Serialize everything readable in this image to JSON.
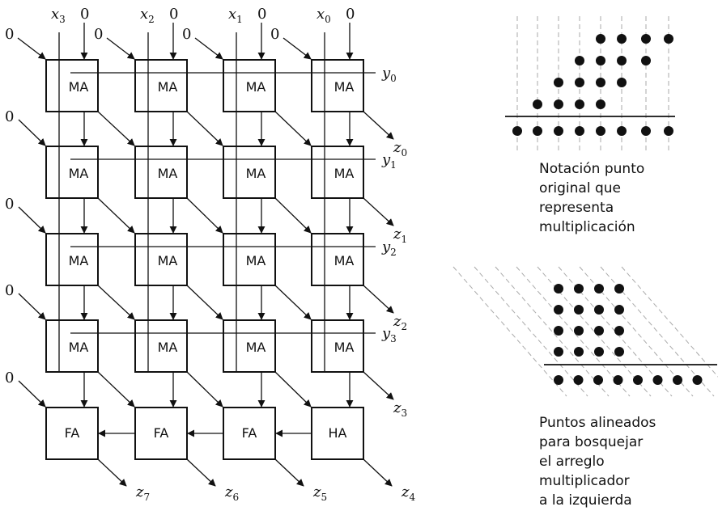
{
  "array": {
    "rows": [
      [
        "MA",
        "MA",
        "MA",
        "MA"
      ],
      [
        "MA",
        "MA",
        "MA",
        "MA"
      ],
      [
        "MA",
        "MA",
        "MA",
        "MA"
      ],
      [
        "MA",
        "MA",
        "MA",
        "MA"
      ],
      [
        "FA",
        "FA",
        "FA",
        "HA"
      ]
    ],
    "x_inputs": [
      {
        "var": "x",
        "sub": "3"
      },
      {
        "var": "x",
        "sub": "2"
      },
      {
        "var": "x",
        "sub": "1"
      },
      {
        "var": "x",
        "sub": "0"
      }
    ],
    "y_inputs": [
      {
        "var": "y",
        "sub": "0"
      },
      {
        "var": "y",
        "sub": "1"
      },
      {
        "var": "y",
        "sub": "2"
      },
      {
        "var": "y",
        "sub": "3"
      }
    ],
    "z_outputs_right": [
      {
        "var": "z",
        "sub": "0"
      },
      {
        "var": "z",
        "sub": "1"
      },
      {
        "var": "z",
        "sub": "2"
      },
      {
        "var": "z",
        "sub": "3"
      }
    ],
    "z_outputs_bottom": [
      {
        "var": "z",
        "sub": "7"
      },
      {
        "var": "z",
        "sub": "6"
      },
      {
        "var": "z",
        "sub": "5"
      },
      {
        "var": "z",
        "sub": "4"
      }
    ],
    "zero_label": "0"
  },
  "dot_notation": {
    "caption_lines": [
      "Notación punto",
      "original que",
      "representa",
      "multiplicación"
    ]
  },
  "aligned_dots": {
    "caption_lines": [
      "Puntos alineados",
      "para bosquejar",
      "el arreglo",
      "multiplicador",
      "a la izquierda"
    ]
  }
}
